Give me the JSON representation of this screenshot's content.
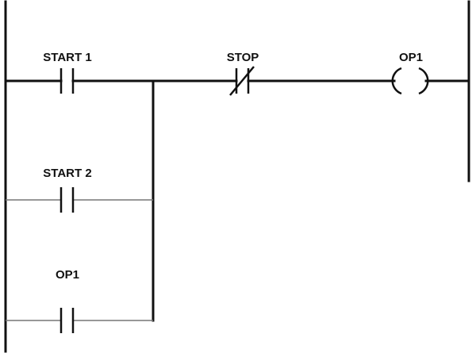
{
  "diagram": {
    "labels": {
      "start1": "START 1",
      "stop": "STOP",
      "output_coil": "OP1",
      "start2": "START 2",
      "op1_contact": "OP1"
    }
  }
}
